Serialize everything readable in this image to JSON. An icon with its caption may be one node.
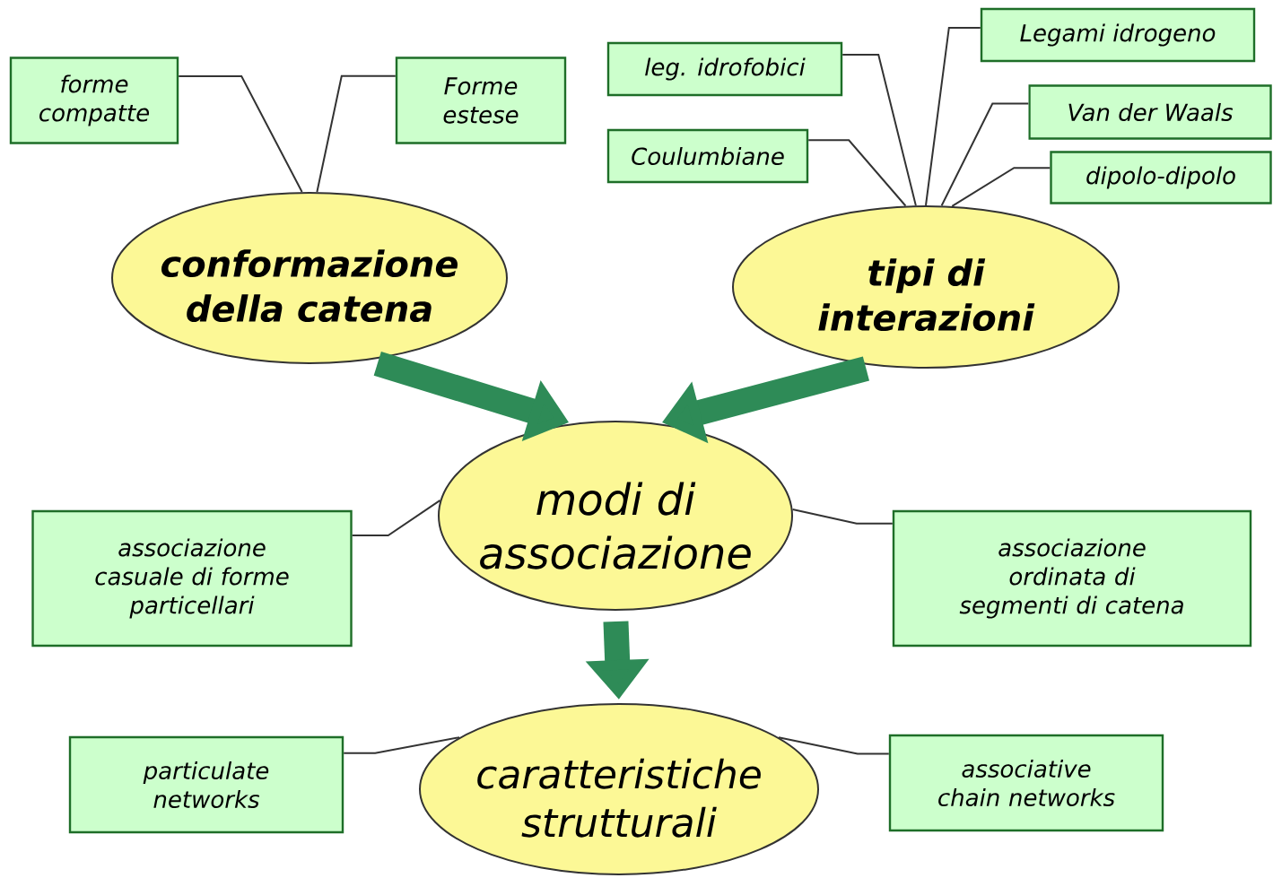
{
  "diagram": {
    "nodes": [
      {
        "text": [
          "conformazione della catena"
        ]
      },
      {
        "text": [
          "forme compatte"
        ]
      },
      {
        "text": [
          "Forme estese"
        ]
      },
      {
        "text": [
          "tipi di interazioni"
        ]
      },
      {
        "text": [
          "leg. idrofobici"
        ]
      },
      {
        "text": [
          "Legami idrogeno"
        ]
      },
      {
        "text": [
          "Coulumbiane"
        ]
      },
      {
        "text": [
          "Van der Waals"
        ]
      },
      {
        "text": [
          "dipolo-dipolo"
        ]
      },
      {
        "text": [
          "modi di associazione"
        ]
      },
      {
        "text": [
          "associazione casuale di forme particellari"
        ]
      },
      {
        "text": [
          "associazione ordinata di segmenti di catena"
        ]
      },
      {
        "text": [
          "caratteristiche strutturali"
        ]
      },
      {
        "text": [
          "particulate networks"
        ]
      },
      {
        "text": [
          "associative chain networks"
        ]
      }
    ],
    "edges": [
      {
        "from": 1,
        "to": 0,
        "arrow": "none"
      },
      {
        "from": 2,
        "to": 0,
        "arrow": "none"
      },
      {
        "from": 4,
        "to": 3,
        "arrow": "none"
      },
      {
        "from": 6,
        "to": 3,
        "arrow": "none"
      },
      {
        "from": 5,
        "to": 3,
        "arrow": "none"
      },
      {
        "from": 7,
        "to": 3,
        "arrow": "none"
      },
      {
        "from": 8,
        "to": 3,
        "arrow": "none"
      },
      {
        "from": 10,
        "to": 9,
        "arrow": "none"
      },
      {
        "from": 11,
        "to": 9,
        "arrow": "none"
      },
      {
        "from": 13,
        "to": 12,
        "arrow": "none"
      },
      {
        "from": 14,
        "to": 12,
        "arrow": "none"
      },
      {
        "from": 0,
        "to": 9,
        "arrow": "to",
        "style": "thick",
        "color": "#2e8b57"
      },
      {
        "from": 3,
        "to": 9,
        "arrow": "to",
        "style": "thick",
        "color": "#2e8b57"
      },
      {
        "from": 9,
        "to": 12,
        "arrow": "to",
        "style": "thick",
        "color": "#2e8b57"
      }
    ]
  }
}
